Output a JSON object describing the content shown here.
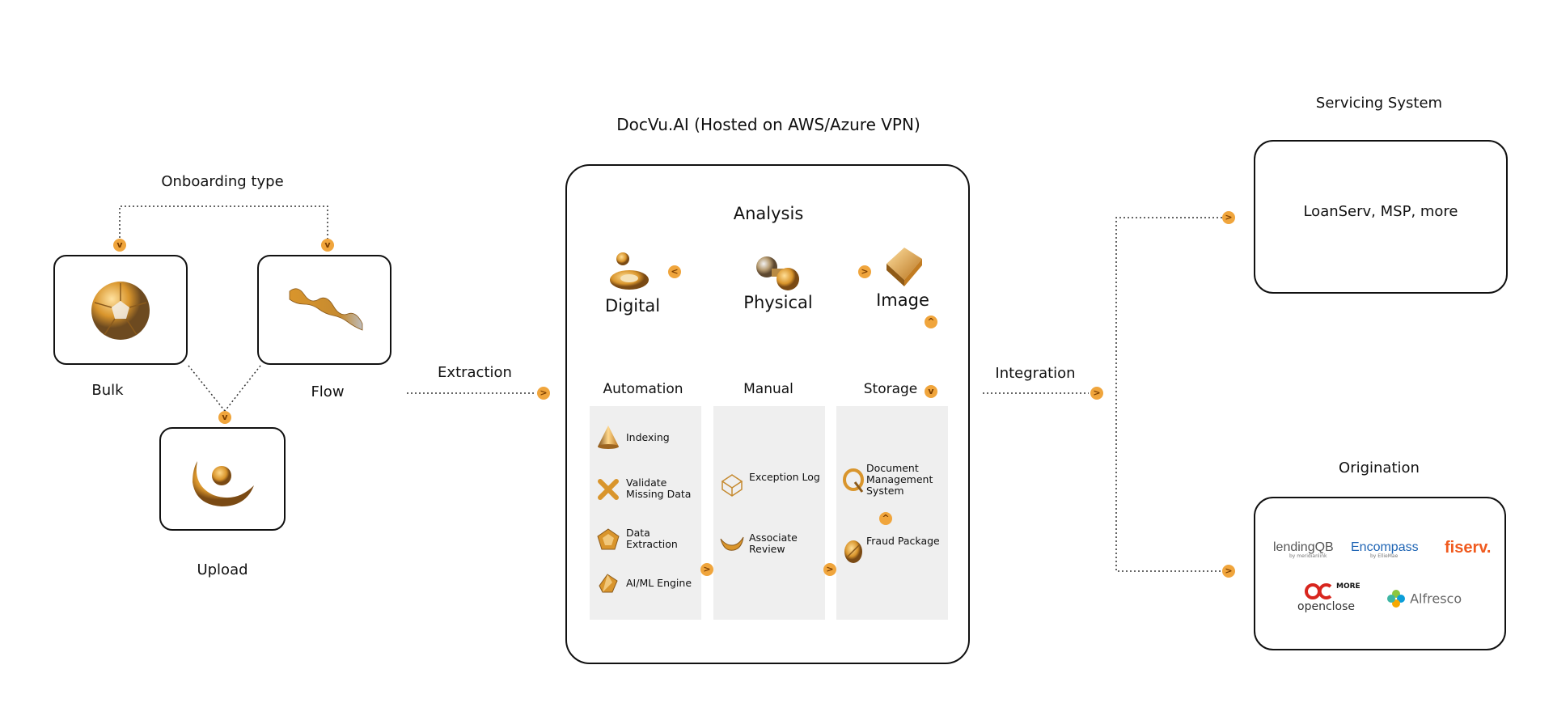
{
  "onboarding": {
    "title": "Onboarding type",
    "bulk": "Bulk",
    "flow": "Flow",
    "upload": "Upload"
  },
  "connectors": {
    "extraction": "Extraction",
    "integration": "Integration"
  },
  "platform": {
    "title": "DocVu.AI (Hosted on AWS/Azure VPN)",
    "analysis": "Analysis",
    "sources": {
      "digital": "Digital",
      "physical": "Physical",
      "image": "Image"
    },
    "columns": {
      "automation": {
        "title": "Automation",
        "items": [
          "Indexing",
          "Validate Missing Data",
          "Data Extraction",
          "AI/ML Engine"
        ]
      },
      "manual": {
        "title": "Manual",
        "items": [
          "Exception Log",
          "Associate Review"
        ]
      },
      "storage": {
        "title": "Storage",
        "items": [
          "Document Management System",
          "Fraud Package"
        ]
      }
    }
  },
  "servicing": {
    "title": "Servicing System",
    "content": "LoanServ, MSP, more"
  },
  "origination": {
    "title": "Origination",
    "logos": {
      "lendingqb": "lendingQB",
      "lendingqb_sub": "by meridianlink",
      "encompass": "Encompass",
      "encompass_sub": "by EllieMae",
      "fiserv": "fiserv.",
      "openclose": "openclose",
      "more": "MORE",
      "alfresco": "Alfresco"
    }
  },
  "colors": {
    "accent": "#f0a53c",
    "gold": "#d9952c",
    "panel": "#efefef"
  }
}
